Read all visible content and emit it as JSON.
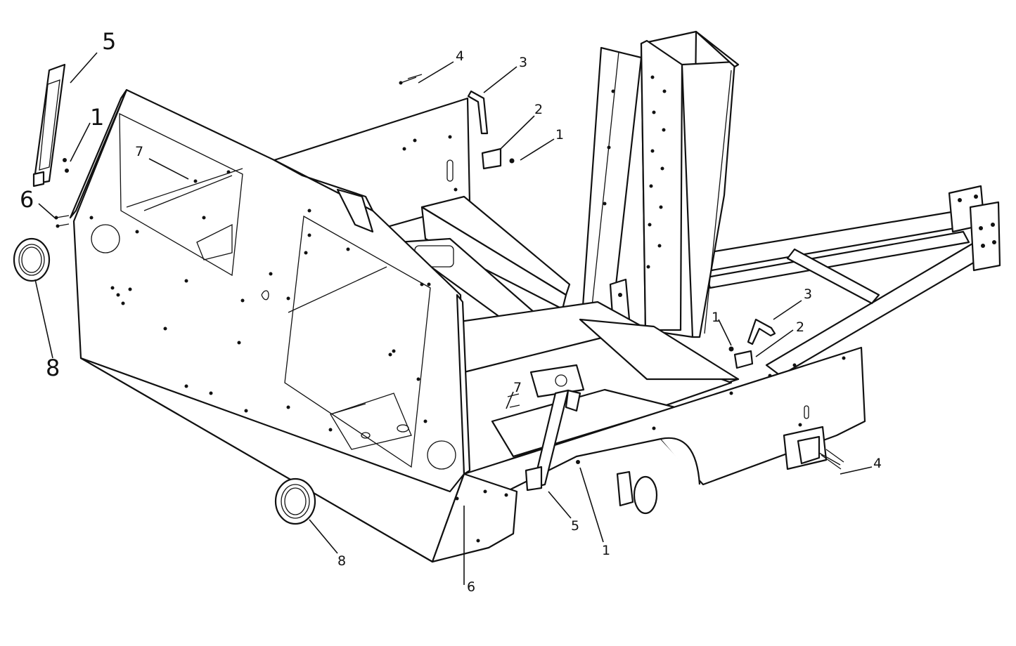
{
  "callouts": {
    "c5_top": "5",
    "c1_left": "1",
    "c6_left": "6",
    "c8_left": "8",
    "c7_window": "7",
    "c4_top": "4",
    "c3_top": "3",
    "c2_top": "2",
    "c1_top": "1",
    "c3_right": "3",
    "c1_right": "1",
    "c2_right": "2",
    "c7_mid": "7",
    "c4_right": "4",
    "c8_bottom": "8",
    "c6_bottom": "6",
    "c5_bottom": "5",
    "c1_bottom": "1"
  }
}
